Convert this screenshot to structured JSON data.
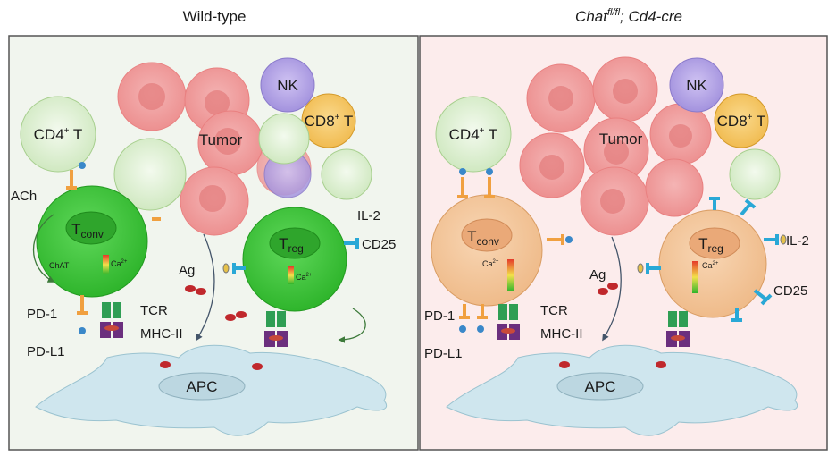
{
  "panels": {
    "left": {
      "title": "Wild-type",
      "bg": "#f1f5ee",
      "tconv_color": "#3cc83a",
      "treg_color": "#3cc83a"
    },
    "right": {
      "title_main": "Chat",
      "title_sup": "fl/fl",
      "title_rest": "; Cd4-cre",
      "bg": "#fcecec",
      "tconv_color": "#f4c79c",
      "treg_color": "#f4c79c"
    }
  },
  "cells": {
    "cd4": "CD4",
    "cd4_sup": "+",
    "cd4_t": " T",
    "cd8": "CD8",
    "cd8_sup": "+",
    "cd8_t": " T",
    "nk": "NK",
    "tumor": "Tumor",
    "tconv_main": "T",
    "tconv_sub": "conv",
    "treg_main": "T",
    "treg_sub": "reg",
    "apc": "APC"
  },
  "labels": {
    "ach": "ACh",
    "chat": "ChAT",
    "ca": "Ca",
    "ca_sup": "2+",
    "il2": "IL-2",
    "cd25": "CD25",
    "ag": "Ag",
    "pd1": "PD-1",
    "pdl1": "PD-L1",
    "tcr": "TCR",
    "mhc": "MHC-II"
  },
  "colors": {
    "border": "#555555",
    "tumor": "#f09a9a",
    "tumor_core": "#e27a7a",
    "nk": "#b7a8e8",
    "cd8": "#f6c96a",
    "cd4_fill": "#e6f4dc",
    "apc": "#cfe6ee",
    "receptor_orange": "#f0a040",
    "receptor_blue": "#3a88c9",
    "il2r": "#29a8d6",
    "tcr_green": "#2f9e54",
    "mhc_purple": "#6b2f7e"
  }
}
